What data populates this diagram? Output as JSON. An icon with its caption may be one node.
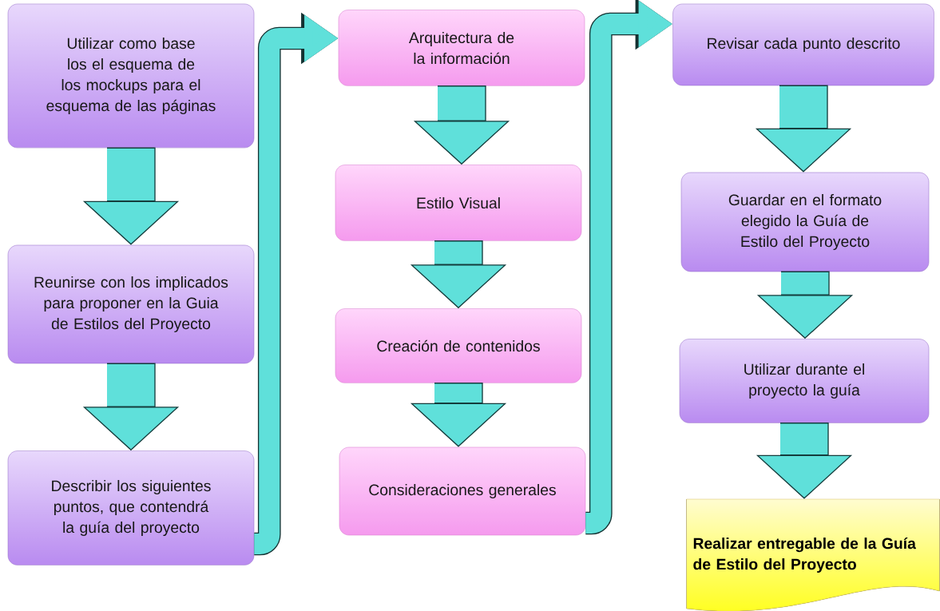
{
  "diagram": {
    "nodes": [
      {
        "text": [
          "Utilizar como base los el esquema de los mockups para el esquema de las páginas"
        ]
      },
      {
        "text": [
          "Reunirse con los implicados para proponer en la Guia de Estilos del Proyecto"
        ]
      },
      {
        "text": [
          "Describir los siguientes puntos, que contendrá la guía del proyecto"
        ]
      },
      {
        "text": [
          "Arquitectura de la información"
        ]
      },
      {
        "text": [
          "Estilo Visual"
        ]
      },
      {
        "text": [
          "Creación de contenidos"
        ]
      },
      {
        "text": [
          "Consideraciones generales"
        ]
      },
      {
        "text": [
          "Revisar cada punto descrito"
        ]
      },
      {
        "text": [
          "Guardar en el formato elegido la Guía de Estilo del Proyecto"
        ]
      },
      {
        "text": [
          "Utilizar durante el proyecto la guía"
        ]
      },
      {
        "text": [
          "Realizar entregable de la Guía de Estilo del Proyecto"
        ]
      }
    ],
    "edges": [
      {
        "from": 0,
        "to": 1,
        "arrow": "to"
      },
      {
        "from": 1,
        "to": 2,
        "arrow": "to"
      },
      {
        "from": 2,
        "to": 3,
        "arrow": "to"
      },
      {
        "from": 3,
        "to": 4,
        "arrow": "to"
      },
      {
        "from": 4,
        "to": 5,
        "arrow": "to"
      },
      {
        "from": 5,
        "to": 6,
        "arrow": "to"
      },
      {
        "from": 6,
        "to": 7,
        "arrow": "to"
      },
      {
        "from": 7,
        "to": 8,
        "arrow": "to"
      },
      {
        "from": 8,
        "to": 9,
        "arrow": "to"
      },
      {
        "from": 9,
        "to": 10,
        "arrow": "to"
      }
    ]
  }
}
